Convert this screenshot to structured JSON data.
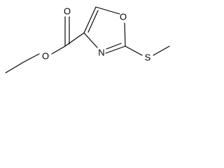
{
  "structure": {
    "atoms": {
      "carbonyl_oxygen": "O",
      "ester_oxygen": "O",
      "ring_oxygen": "O",
      "ring_nitrogen": "N",
      "thioether_sulfur": "S"
    },
    "colors": {
      "bond": "#000000",
      "label": "#000000",
      "background": "#ffffff"
    }
  }
}
